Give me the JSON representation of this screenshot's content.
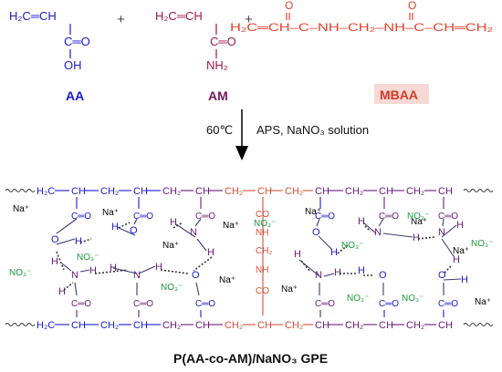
{
  "monomers": {
    "aa": {
      "name": "AA",
      "vinyl": "H₂C═CH",
      "carbonyl": "C═O",
      "group": "OH",
      "color": "#1a1ad2"
    },
    "am": {
      "name": "AM",
      "vinyl": "H₂C═CH",
      "carbonyl": "C═O",
      "group": "NH₂",
      "color": "#a0184a"
    },
    "mbaa": {
      "name": "MBAA",
      "formula": "H₂C═CH–C–NH–CH₂–NH–C–CH═CH₂",
      "o_left": "O",
      "o_right": "O",
      "color": "#e8402a"
    }
  },
  "plus": "+",
  "reaction": {
    "temperature": "60℃",
    "conditions": "APS, NaNO₃ solution"
  },
  "network": {
    "top_chain": [
      "H₂C",
      "CH",
      "CH₂",
      "CH",
      "CH₂",
      "CH",
      "CH₂",
      "CH",
      "CH₂",
      "CH",
      "CH₂",
      "CH",
      "CH₂",
      "CH"
    ],
    "bottom_chain": [
      "H₂C",
      "CH",
      "CH₂",
      "CH",
      "CH₂",
      "CH",
      "CH₂",
      "CH",
      "CH₂",
      "CH",
      "CH₂",
      "CH",
      "CH₂",
      "CH"
    ],
    "crosslink": [
      "CO",
      "NH",
      "CH₂",
      "NH",
      "CO"
    ],
    "co": "C═O",
    "h": "H",
    "n": "N",
    "o": "O",
    "na": "Na⁺",
    "nitrate": "NO₃⁻"
  },
  "product_label": "P(AA-co-AM)/NaNO₃  GPE",
  "colors": {
    "aa": "#1a1ad2",
    "am": "#6a1a78",
    "mbaa": "#d8503a",
    "nitrate": "#1a9a3a",
    "ion": "#000000",
    "chain": "#2a2aa0"
  }
}
